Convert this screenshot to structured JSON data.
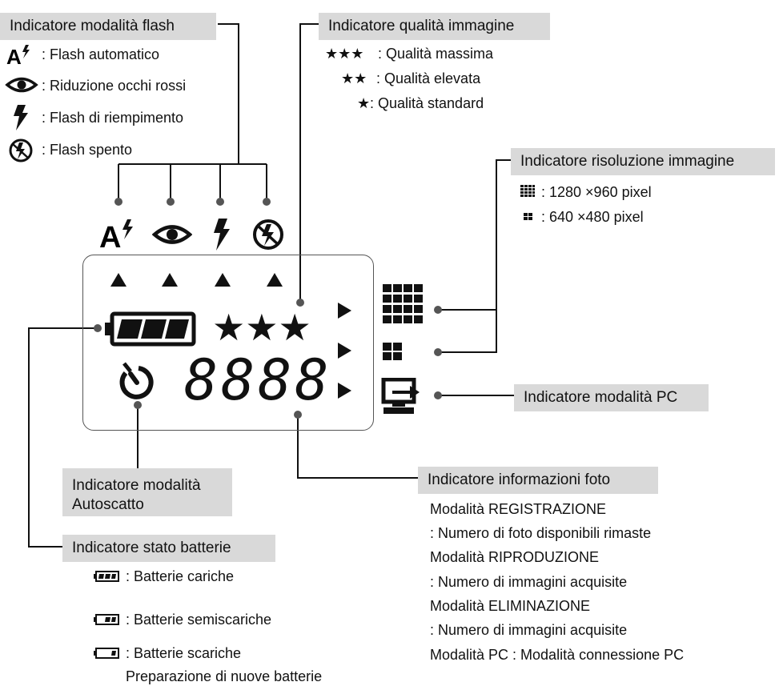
{
  "flash": {
    "label": "Indicatore modalità flash",
    "items": [
      {
        "icon": "flash-auto-icon",
        "text": ": Flash automatico"
      },
      {
        "icon": "red-eye-icon",
        "text": ": Riduzione occhi rossi"
      },
      {
        "icon": "flash-fill-icon",
        "text": ": Flash di riempimento"
      },
      {
        "icon": "flash-off-icon",
        "text": ": Flash spento"
      }
    ]
  },
  "quality": {
    "label": "Indicatore qualità immagine",
    "items": [
      {
        "stars": "★★★",
        "text": ": Qualità massima"
      },
      {
        "stars": "★★",
        "text": ": Qualità elevata"
      },
      {
        "stars": "★",
        "text": ": Qualità standard"
      }
    ]
  },
  "resolution": {
    "label": "Indicatore risoluzione immagine",
    "items": [
      {
        "icon": "high-resolution-icon",
        "text": ": 1280 ×960 pixel"
      },
      {
        "icon": "low-resolution-icon",
        "text": ":   640 ×480 pixel"
      }
    ]
  },
  "pc_mode": {
    "label": "Indicatore modalità PC"
  },
  "self_timer": {
    "label_line1": "Indicatore modalità",
    "label_line2": "Autoscatto"
  },
  "battery": {
    "label": "Indicatore stato batterie",
    "items": [
      {
        "icon": "battery-full-icon",
        "text": ": Batterie cariche"
      },
      {
        "icon": "battery-half-icon",
        "text": ": Batterie semiscariche"
      },
      {
        "icon": "battery-low-icon",
        "text": ": Batterie scariche"
      }
    ],
    "note": "Preparazione di nuove batterie"
  },
  "photo_info": {
    "label": "Indicatore informazioni foto",
    "lines": [
      "Modalità REGISTRAZIONE",
      ": Numero di foto disponibili rimaste",
      "Modalità RIPRODUZIONE",
      ": Numero di immagini acquisite",
      "Modalità ELIMINAZIONE",
      ": Numero di immagini acquisite",
      "Modalità PC : Modalità connessione PC"
    ]
  },
  "lcd": {
    "stars": "★★★",
    "counter": "8888"
  }
}
